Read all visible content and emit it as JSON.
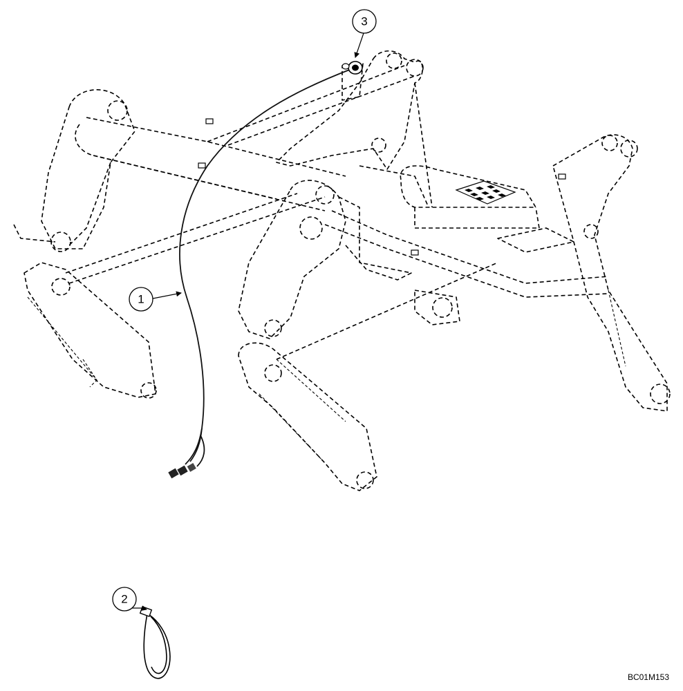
{
  "callouts": [
    {
      "id": "callout-1",
      "label": "1"
    },
    {
      "id": "callout-2",
      "label": "2"
    },
    {
      "id": "callout-3",
      "label": "3"
    }
  ],
  "reference_code": "BC01M153"
}
